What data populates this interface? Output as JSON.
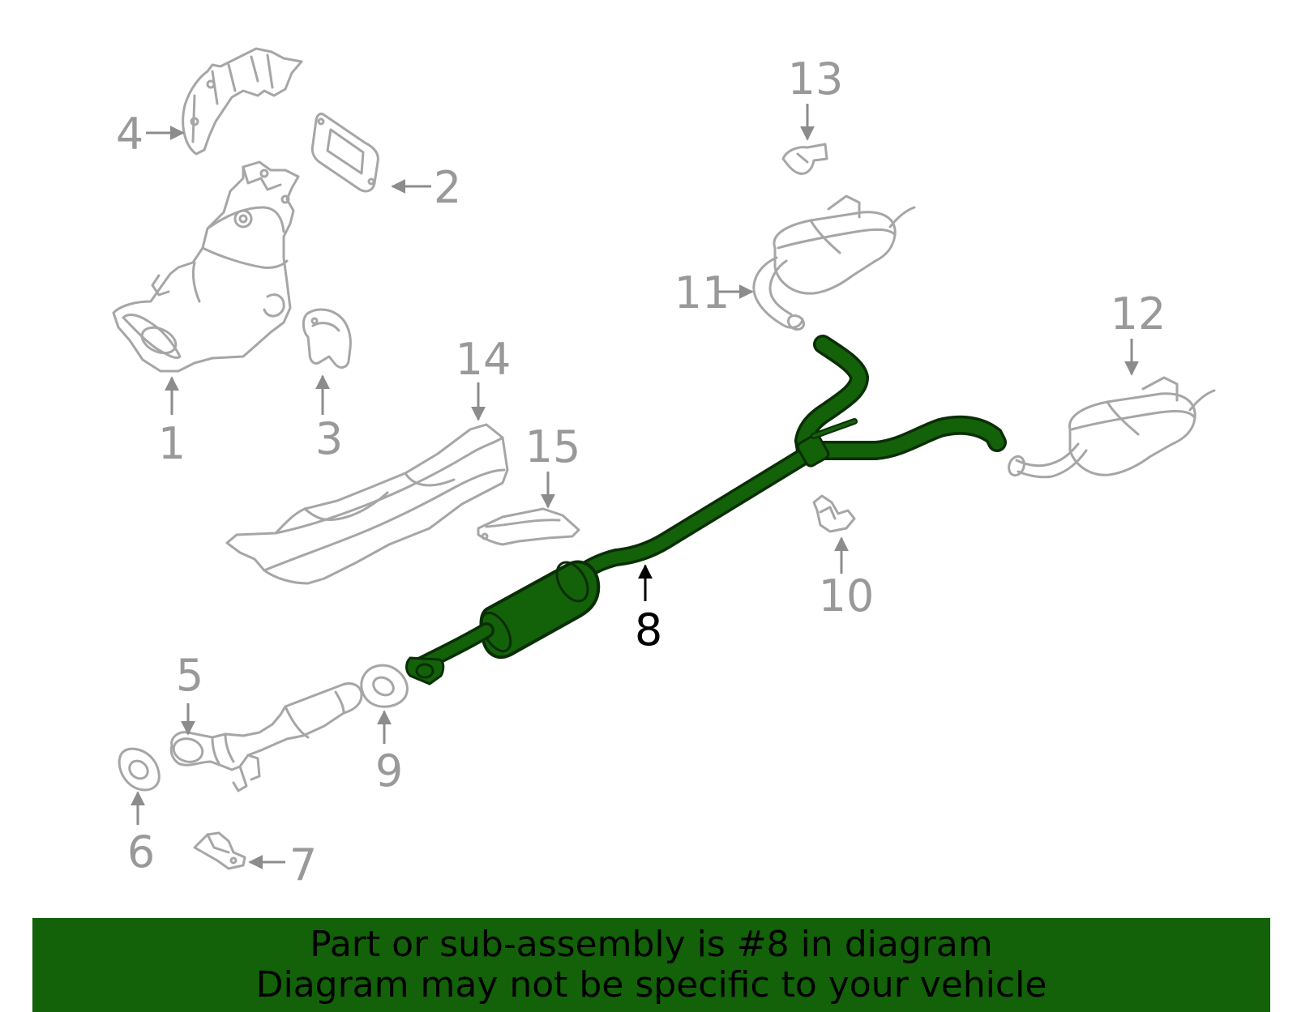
{
  "colors": {
    "highlight": "#136109",
    "highlight_outline": "#0a2e06",
    "part_outline": "#a6a6a6",
    "callout_gray": "#999999",
    "callout_highlight": "#000000",
    "banner_bg": "#136109",
    "banner_text": "#000000"
  },
  "callouts": [
    {
      "id": "1",
      "label": "1"
    },
    {
      "id": "2",
      "label": "2"
    },
    {
      "id": "3",
      "label": "3"
    },
    {
      "id": "4",
      "label": "4"
    },
    {
      "id": "5",
      "label": "5"
    },
    {
      "id": "6",
      "label": "6"
    },
    {
      "id": "7",
      "label": "7"
    },
    {
      "id": "8",
      "label": "8",
      "highlighted": true
    },
    {
      "id": "9",
      "label": "9"
    },
    {
      "id": "10",
      "label": "10"
    },
    {
      "id": "11",
      "label": "11"
    },
    {
      "id": "12",
      "label": "12"
    },
    {
      "id": "13",
      "label": "13"
    },
    {
      "id": "14",
      "label": "14"
    },
    {
      "id": "15",
      "label": "15"
    }
  ],
  "banner": {
    "line1": "Part or sub-assembly is #8 in diagram",
    "line2": "Diagram may not be specific to your vehicle"
  }
}
